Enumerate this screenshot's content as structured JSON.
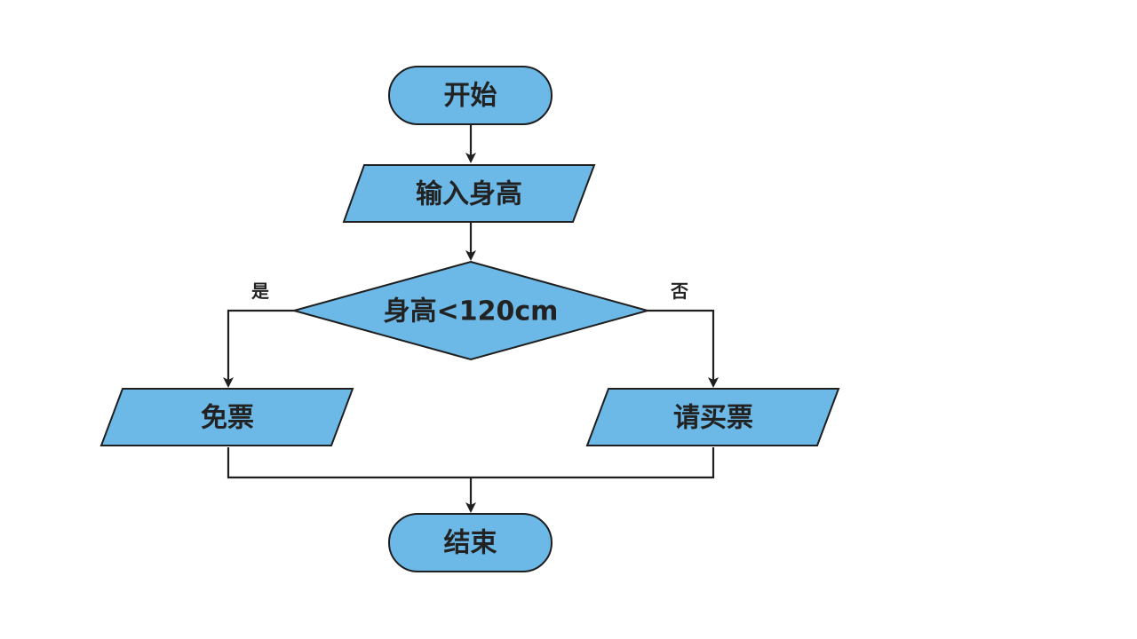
{
  "flowchart": {
    "start": "开始",
    "input": "输入身高",
    "decision": "身高<120cm",
    "yes_label": "是",
    "no_label": "否",
    "yes_output": "免票",
    "no_output": "请买票",
    "end": "结束"
  },
  "colors": {
    "shape_fill": "#6cb8e6",
    "stroke": "#1f1f1f",
    "text": "#222222"
  }
}
